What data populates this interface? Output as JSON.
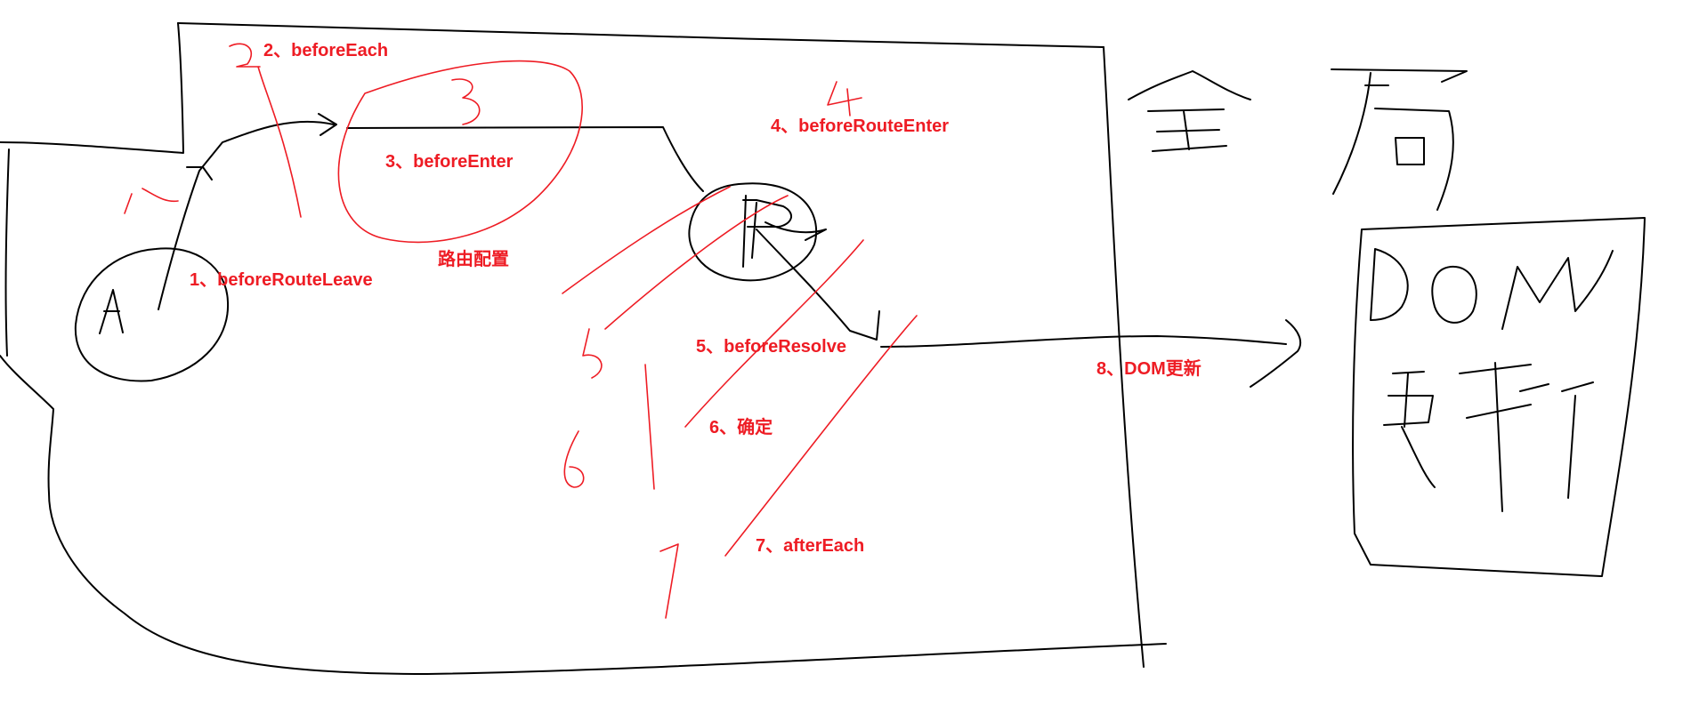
{
  "colors": {
    "ink": "#000000",
    "annotation": "#ee1c24",
    "background": "#ffffff"
  },
  "labels": {
    "step1": "1、beforeRouteLeave",
    "step2": "2、beforeEach",
    "step3": "3、beforeEnter",
    "route_config": "路由配置",
    "step4": "4、beforeRouteEnter",
    "step5": "5、beforeResolve",
    "step6": "6、确定",
    "step7": "7、afterEach",
    "step8": "8、DOM更新"
  },
  "node_a": "A"
}
